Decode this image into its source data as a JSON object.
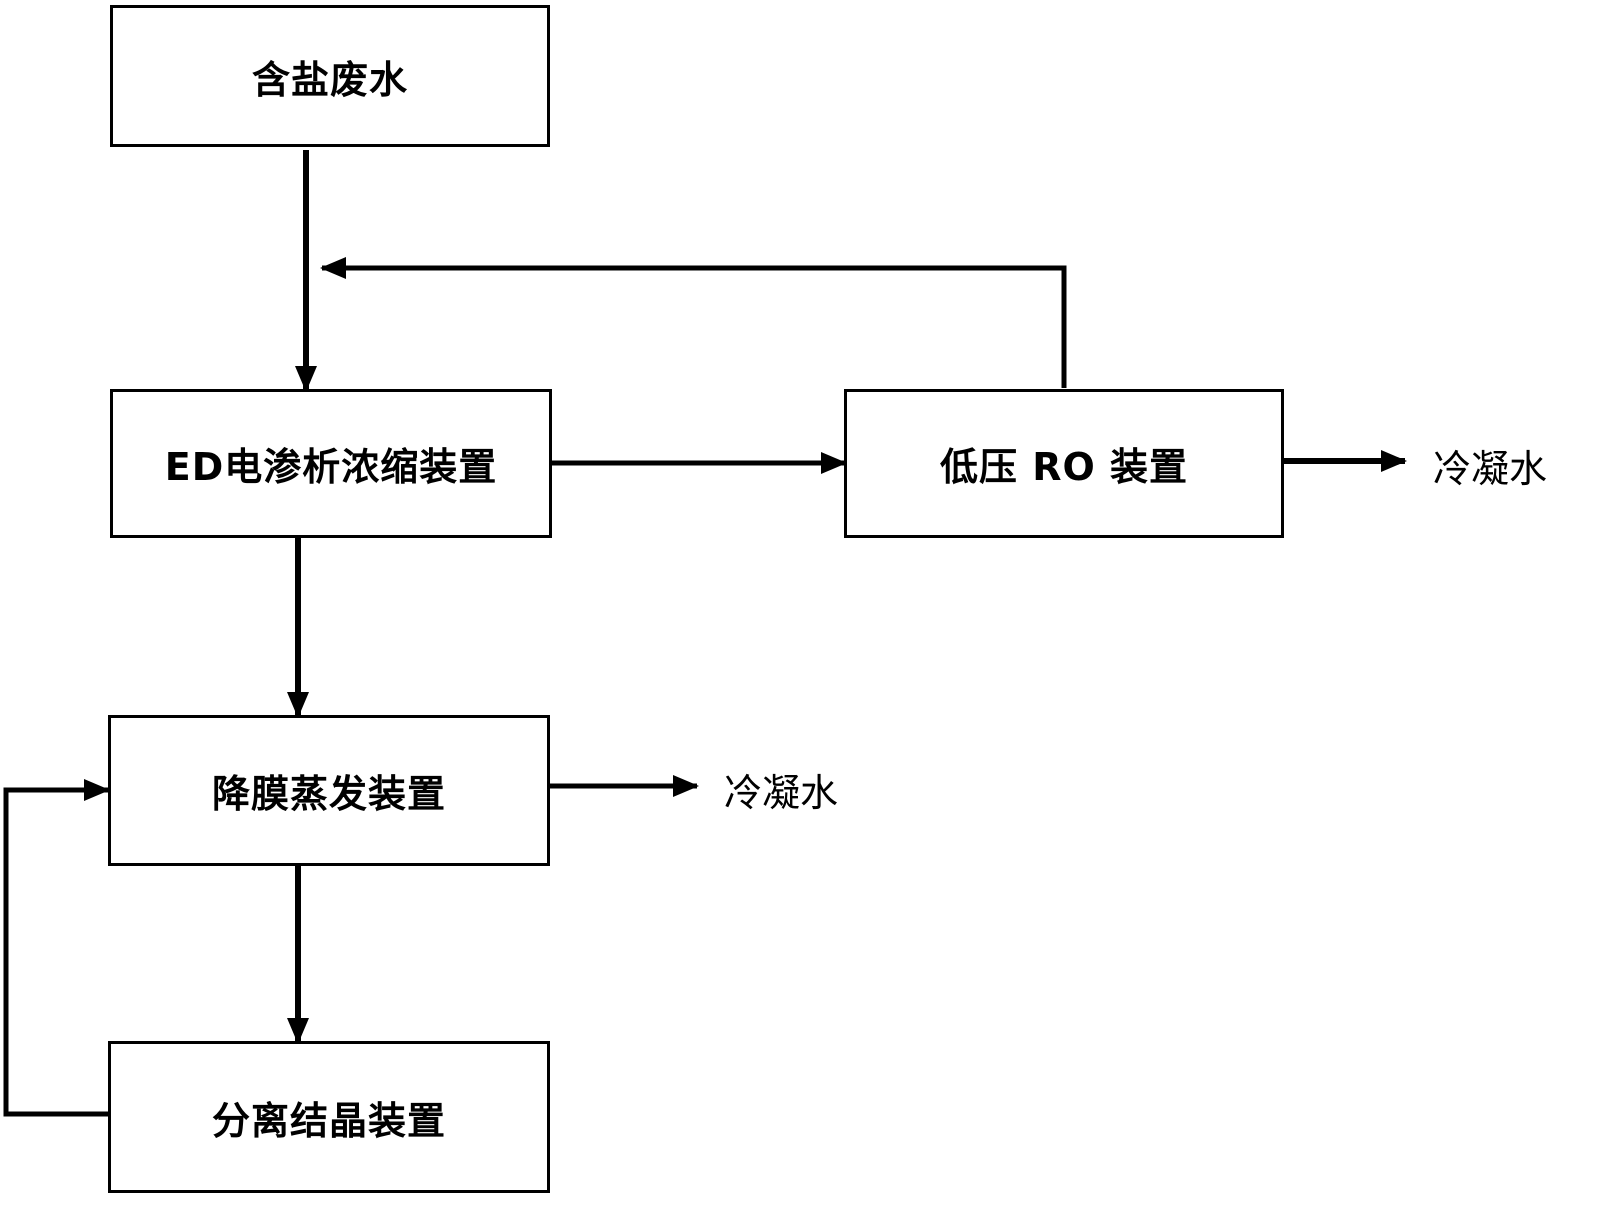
{
  "diagram": {
    "nodes": {
      "saline_wastewater": "含盐废水",
      "ed_concentrator": "ED电渗析浓缩装置",
      "low_pressure_ro": "低压 RO 装置",
      "falling_film_evaporator": "降膜蒸发装置",
      "separation_crystallization": "分离结晶装置"
    },
    "outputs": {
      "ro_condensate": "冷凝水",
      "evaporator_condensate": "冷凝水"
    },
    "colors": {
      "line": "#000000",
      "background": "#ffffff"
    }
  }
}
